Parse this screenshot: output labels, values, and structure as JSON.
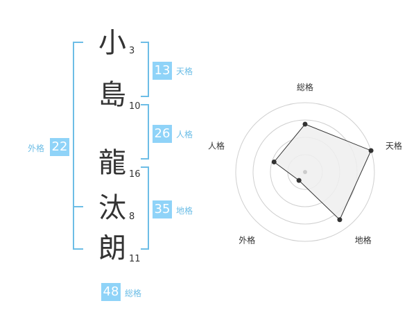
{
  "name": {
    "chars": [
      {
        "char": "小",
        "strokes": "3"
      },
      {
        "char": "島",
        "strokes": "10"
      },
      {
        "char": "龍",
        "strokes": "16"
      },
      {
        "char": "汰",
        "strokes": "8"
      },
      {
        "char": "朗",
        "strokes": "11"
      }
    ]
  },
  "scores": {
    "tenkaku": {
      "value": "13",
      "label": "天格"
    },
    "jinkaku": {
      "value": "26",
      "label": "人格"
    },
    "chikaku": {
      "value": "35",
      "label": "地格"
    },
    "gaikaku": {
      "value": "22",
      "label": "外格"
    },
    "soukaku": {
      "value": "48",
      "label": "総格"
    }
  },
  "colors": {
    "accent": "#8fd3f8",
    "bracket": "#6cbde6",
    "label": "#6cbde6"
  },
  "chart_data": {
    "type": "radar",
    "axes": [
      "総格",
      "天格",
      "地格",
      "外格",
      "人格"
    ],
    "values": [
      0.69,
      1.0,
      0.85,
      0.15,
      0.47
    ],
    "range": [
      0,
      1
    ],
    "rings": 4
  }
}
